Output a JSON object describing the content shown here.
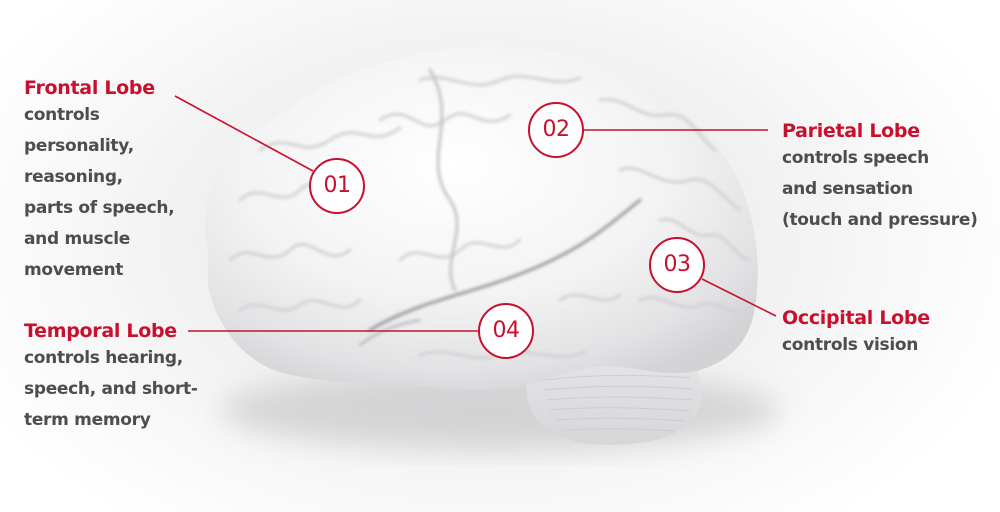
{
  "colors": {
    "accent": "#c8102e",
    "text": "#4d4d4f",
    "brain": "#f2f2f2",
    "background": "#ffffff"
  },
  "lobes": [
    {
      "number": "01",
      "title": "Frontal Lobe",
      "description_lines": [
        "controls",
        "personality,",
        "reasoning,",
        "parts of speech,",
        "and muscle",
        "movement"
      ]
    },
    {
      "number": "02",
      "title": "Parietal Lobe",
      "description_lines": [
        "controls speech",
        "and sensation",
        "(touch and pressure)"
      ]
    },
    {
      "number": "03",
      "title": "Occipital Lobe",
      "description_lines": [
        "controls vision"
      ]
    },
    {
      "number": "04",
      "title": "Temporal Lobe",
      "description_lines": [
        "controls hearing,",
        "speech, and short-",
        "term memory"
      ]
    }
  ],
  "image": {
    "subject": "brain-illustration",
    "view": "lateral-left"
  }
}
